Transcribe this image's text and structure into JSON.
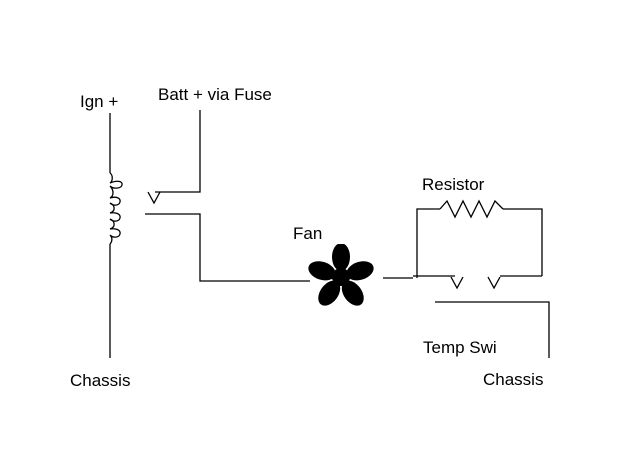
{
  "labels": {
    "ign": "Ign +",
    "batt": "Batt + via Fuse",
    "resistor": "Resistor",
    "fan": "Fan",
    "temp_switch": "Temp Swi",
    "chassis_left": "Chassis",
    "chassis_right": "Chassis"
  },
  "colors": {
    "ink": "#000000",
    "background": "#ffffff"
  },
  "icons": {
    "fan": "fan-asterisk-icon",
    "relay_coil": "relay-coil-icon",
    "relay_contact": "relay-contact-icon",
    "resistor": "resistor-zigzag-icon",
    "temp_switch_contacts": "switch-contact-icon"
  }
}
